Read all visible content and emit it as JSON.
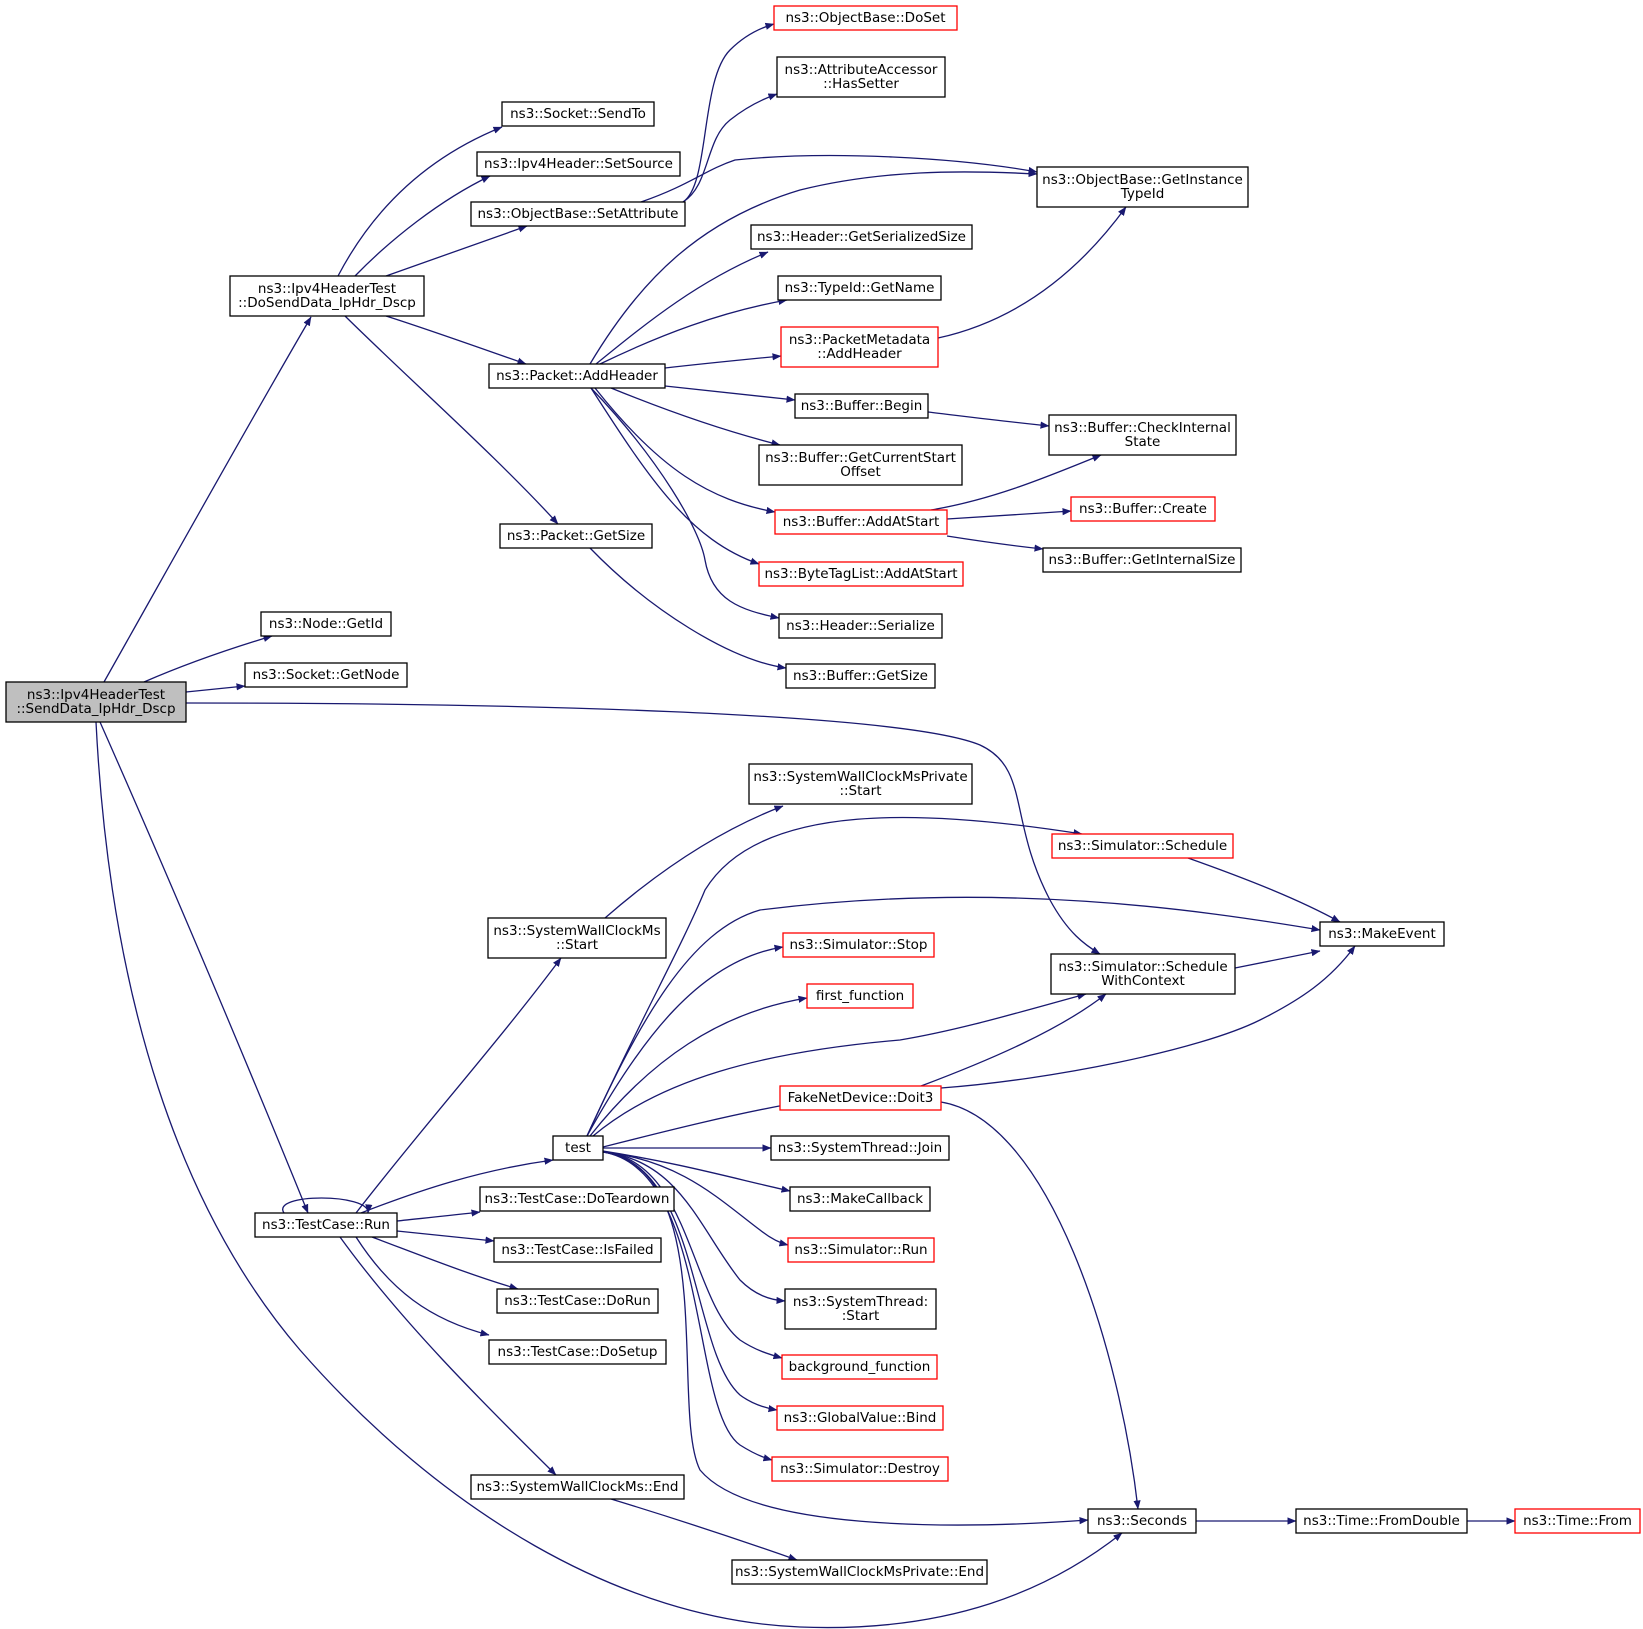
{
  "colors": {
    "edge": "#191970",
    "normal_border": "#000000",
    "incomplete_border": "#ff0000",
    "root_fill": "#bfbfbf"
  },
  "nodes": [
    {
      "id": "root",
      "lines": [
        "ns3::Ipv4HeaderTest",
        "::SendData_IpHdr_Dscp"
      ],
      "style": "root"
    },
    {
      "id": "doSend",
      "lines": [
        "ns3::Ipv4HeaderTest",
        "::DoSendData_IpHdr_Dscp"
      ],
      "style": "normal"
    },
    {
      "id": "sendTo",
      "lines": [
        "ns3::Socket::SendTo"
      ],
      "style": "normal"
    },
    {
      "id": "setSource",
      "lines": [
        "ns3::Ipv4Header::SetSource"
      ],
      "style": "normal"
    },
    {
      "id": "setAttr",
      "lines": [
        "ns3::ObjectBase::SetAttribute"
      ],
      "style": "normal"
    },
    {
      "id": "doSet",
      "lines": [
        "ns3::ObjectBase::DoSet"
      ],
      "style": "red"
    },
    {
      "id": "hasSetter",
      "lines": [
        "ns3::AttributeAccessor",
        "::HasSetter"
      ],
      "style": "normal"
    },
    {
      "id": "getInst",
      "lines": [
        "ns3::ObjectBase::GetInstance",
        "TypeId"
      ],
      "style": "normal"
    },
    {
      "id": "addHeader",
      "lines": [
        "ns3::Packet::AddHeader"
      ],
      "style": "normal"
    },
    {
      "id": "getSerSize",
      "lines": [
        "ns3::Header::GetSerializedSize"
      ],
      "style": "normal"
    },
    {
      "id": "getName",
      "lines": [
        "ns3::TypeId::GetName"
      ],
      "style": "normal"
    },
    {
      "id": "pmAddHeader",
      "lines": [
        "ns3::PacketMetadata",
        "::AddHeader"
      ],
      "style": "red"
    },
    {
      "id": "bufBegin",
      "lines": [
        "ns3::Buffer::Begin"
      ],
      "style": "normal"
    },
    {
      "id": "checkInternal",
      "lines": [
        "ns3::Buffer::CheckInternal",
        "State"
      ],
      "style": "normal"
    },
    {
      "id": "getCurStart",
      "lines": [
        "ns3::Buffer::GetCurrentStart",
        "Offset"
      ],
      "style": "normal"
    },
    {
      "id": "addAtStart",
      "lines": [
        "ns3::Buffer::AddAtStart"
      ],
      "style": "red"
    },
    {
      "id": "bufCreate",
      "lines": [
        "ns3::Buffer::Create"
      ],
      "style": "red"
    },
    {
      "id": "getInternalSize",
      "lines": [
        "ns3::Buffer::GetInternalSize"
      ],
      "style": "normal"
    },
    {
      "id": "btlAddAtStart",
      "lines": [
        "ns3::ByteTagList::AddAtStart"
      ],
      "style": "red"
    },
    {
      "id": "pktGetSize",
      "lines": [
        "ns3::Packet::GetSize"
      ],
      "style": "normal"
    },
    {
      "id": "hdrSerialize",
      "lines": [
        "ns3::Header::Serialize"
      ],
      "style": "normal"
    },
    {
      "id": "bufGetSize",
      "lines": [
        "ns3::Buffer::GetSize"
      ],
      "style": "normal"
    },
    {
      "id": "nodeGetId",
      "lines": [
        "ns3::Node::GetId"
      ],
      "style": "normal"
    },
    {
      "id": "sockGetNode",
      "lines": [
        "ns3::Socket::GetNode"
      ],
      "style": "normal"
    },
    {
      "id": "swcpStart",
      "lines": [
        "ns3::SystemWallClockMsPrivate",
        "::Start"
      ],
      "style": "normal"
    },
    {
      "id": "simSchedule",
      "lines": [
        "ns3::Simulator::Schedule"
      ],
      "style": "red"
    },
    {
      "id": "swcmStart",
      "lines": [
        "ns3::SystemWallClockMs",
        "::Start"
      ],
      "style": "normal"
    },
    {
      "id": "makeEvent",
      "lines": [
        "ns3::MakeEvent"
      ],
      "style": "normal"
    },
    {
      "id": "simStop",
      "lines": [
        "ns3::Simulator::Stop"
      ],
      "style": "red"
    },
    {
      "id": "schedCtx",
      "lines": [
        "ns3::Simulator::Schedule",
        "WithContext"
      ],
      "style": "normal"
    },
    {
      "id": "firstFn",
      "lines": [
        "first_function"
      ],
      "style": "red"
    },
    {
      "id": "doit3",
      "lines": [
        "FakeNetDevice::Doit3"
      ],
      "style": "red"
    },
    {
      "id": "test",
      "lines": [
        "test"
      ],
      "style": "normal"
    },
    {
      "id": "stJoin",
      "lines": [
        "ns3::SystemThread::Join"
      ],
      "style": "normal"
    },
    {
      "id": "makeCallback",
      "lines": [
        "ns3::MakeCallback"
      ],
      "style": "normal"
    },
    {
      "id": "tcRun",
      "lines": [
        "ns3::TestCase::Run"
      ],
      "style": "normal"
    },
    {
      "id": "doTeardown",
      "lines": [
        "ns3::TestCase::DoTeardown"
      ],
      "style": "normal"
    },
    {
      "id": "simRun",
      "lines": [
        "ns3::Simulator::Run"
      ],
      "style": "red"
    },
    {
      "id": "isFailed",
      "lines": [
        "ns3::TestCase::IsFailed"
      ],
      "style": "normal"
    },
    {
      "id": "doRun",
      "lines": [
        "ns3::TestCase::DoRun"
      ],
      "style": "normal"
    },
    {
      "id": "stStart",
      "lines": [
        "ns3::SystemThread:",
        ":Start"
      ],
      "style": "normal"
    },
    {
      "id": "doSetup",
      "lines": [
        "ns3::TestCase::DoSetup"
      ],
      "style": "normal"
    },
    {
      "id": "bgFn",
      "lines": [
        "background_function"
      ],
      "style": "red"
    },
    {
      "id": "gvBind",
      "lines": [
        "ns3::GlobalValue::Bind"
      ],
      "style": "red"
    },
    {
      "id": "simDestroy",
      "lines": [
        "ns3::Simulator::Destroy"
      ],
      "style": "red"
    },
    {
      "id": "swcmEnd",
      "lines": [
        "ns3::SystemWallClockMs::End"
      ],
      "style": "normal"
    },
    {
      "id": "seconds",
      "lines": [
        "ns3::Seconds"
      ],
      "style": "normal"
    },
    {
      "id": "fromDouble",
      "lines": [
        "ns3::Time::FromDouble"
      ],
      "style": "normal"
    },
    {
      "id": "timeFrom",
      "lines": [
        "ns3::Time::From"
      ],
      "style": "red"
    },
    {
      "id": "swcpEnd",
      "lines": [
        "ns3::SystemWallClockMsPrivate::End"
      ],
      "style": "normal"
    }
  ],
  "edges": [
    {
      "from": "root",
      "to": "doSend"
    },
    {
      "from": "root",
      "to": "nodeGetId"
    },
    {
      "from": "root",
      "to": "sockGetNode"
    },
    {
      "from": "root",
      "to": "schedCtx"
    },
    {
      "from": "root",
      "to": "tcRun"
    },
    {
      "from": "root",
      "to": "seconds"
    },
    {
      "from": "doSend",
      "to": "sendTo"
    },
    {
      "from": "doSend",
      "to": "setSource"
    },
    {
      "from": "doSend",
      "to": "setAttr"
    },
    {
      "from": "doSend",
      "to": "addHeader"
    },
    {
      "from": "doSend",
      "to": "pktGetSize"
    },
    {
      "from": "setAttr",
      "to": "doSet"
    },
    {
      "from": "setAttr",
      "to": "hasSetter"
    },
    {
      "from": "setAttr",
      "to": "getInst"
    },
    {
      "from": "addHeader",
      "to": "getInst"
    },
    {
      "from": "addHeader",
      "to": "getSerSize"
    },
    {
      "from": "addHeader",
      "to": "getName"
    },
    {
      "from": "addHeader",
      "to": "pmAddHeader"
    },
    {
      "from": "addHeader",
      "to": "bufBegin"
    },
    {
      "from": "addHeader",
      "to": "getCurStart"
    },
    {
      "from": "addHeader",
      "to": "addAtStart"
    },
    {
      "from": "addHeader",
      "to": "btlAddAtStart"
    },
    {
      "from": "addHeader",
      "to": "hdrSerialize"
    },
    {
      "from": "pmAddHeader",
      "to": "getInst"
    },
    {
      "from": "bufBegin",
      "to": "checkInternal"
    },
    {
      "from": "addAtStart",
      "to": "checkInternal"
    },
    {
      "from": "addAtStart",
      "to": "bufCreate"
    },
    {
      "from": "addAtStart",
      "to": "getInternalSize"
    },
    {
      "from": "pktGetSize",
      "to": "bufGetSize"
    },
    {
      "from": "tcRun",
      "to": "tcRun"
    },
    {
      "from": "tcRun",
      "to": "swcmStart"
    },
    {
      "from": "tcRun",
      "to": "test"
    },
    {
      "from": "tcRun",
      "to": "doTeardown"
    },
    {
      "from": "tcRun",
      "to": "isFailed"
    },
    {
      "from": "tcRun",
      "to": "doRun"
    },
    {
      "from": "tcRun",
      "to": "doSetup"
    },
    {
      "from": "tcRun",
      "to": "swcmEnd"
    },
    {
      "from": "swcmStart",
      "to": "swcpStart"
    },
    {
      "from": "swcmEnd",
      "to": "swcpEnd"
    },
    {
      "from": "test",
      "to": "simSchedule"
    },
    {
      "from": "test",
      "to": "makeEvent"
    },
    {
      "from": "test",
      "to": "simStop"
    },
    {
      "from": "test",
      "to": "firstFn"
    },
    {
      "from": "test",
      "to": "schedCtx"
    },
    {
      "from": "test",
      "to": "doit3"
    },
    {
      "from": "test",
      "to": "stJoin"
    },
    {
      "from": "test",
      "to": "makeCallback"
    },
    {
      "from": "test",
      "to": "simRun"
    },
    {
      "from": "test",
      "to": "stStart"
    },
    {
      "from": "test",
      "to": "bgFn"
    },
    {
      "from": "test",
      "to": "gvBind"
    },
    {
      "from": "test",
      "to": "simDestroy"
    },
    {
      "from": "test",
      "to": "seconds"
    },
    {
      "from": "simSchedule",
      "to": "makeEvent"
    },
    {
      "from": "schedCtx",
      "to": "makeEvent"
    },
    {
      "from": "doit3",
      "to": "schedCtx"
    },
    {
      "from": "doit3",
      "to": "makeEvent"
    },
    {
      "from": "doit3",
      "to": "seconds"
    },
    {
      "from": "seconds",
      "to": "fromDouble"
    },
    {
      "from": "fromDouble",
      "to": "timeFrom"
    }
  ]
}
